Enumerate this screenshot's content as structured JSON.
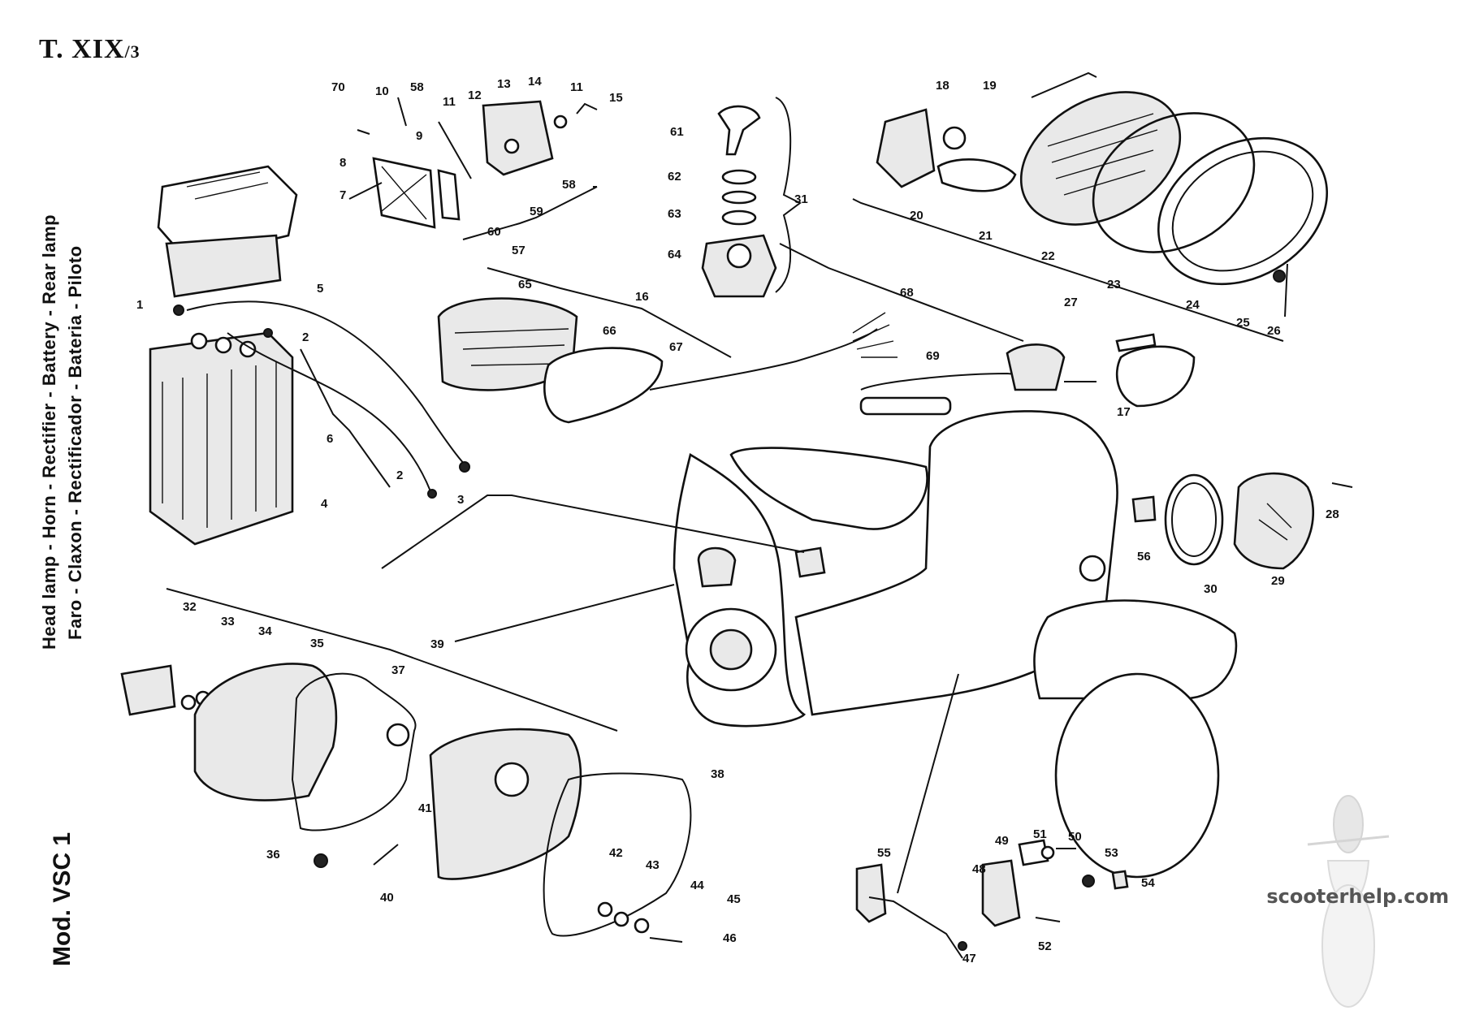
{
  "header": {
    "plate": "T. XIX",
    "plate_sub": "/3"
  },
  "side_labels": {
    "english": "Head lamp - Horn - Rectifier - Battery - Rear lamp",
    "spanish": "Faro - Claxon - Rectificador - Bateria - Piloto"
  },
  "model": "Mod. VSC 1",
  "watermark": {
    "text": "scooterhelp.com"
  },
  "icons": {
    "watermark": "scooter-silhouette-icon"
  },
  "callouts": [
    "1",
    "2",
    "2",
    "3",
    "4",
    "5",
    "6",
    "7",
    "8",
    "9",
    "10",
    "11",
    "11",
    "12",
    "13",
    "14",
    "15",
    "16",
    "17",
    "18",
    "19",
    "20",
    "21",
    "22",
    "23",
    "24",
    "25",
    "26",
    "27",
    "28",
    "29",
    "30",
    "31",
    "32",
    "33",
    "34",
    "35",
    "36",
    "37",
    "38",
    "39",
    "40",
    "41",
    "42",
    "43",
    "44",
    "45",
    "46",
    "47",
    "48",
    "49",
    "50",
    "51",
    "52",
    "53",
    "54",
    "55",
    "56",
    "57",
    "58",
    "58",
    "59",
    "60",
    "61",
    "62",
    "63",
    "64",
    "65",
    "66",
    "67",
    "68",
    "69",
    "70"
  ]
}
